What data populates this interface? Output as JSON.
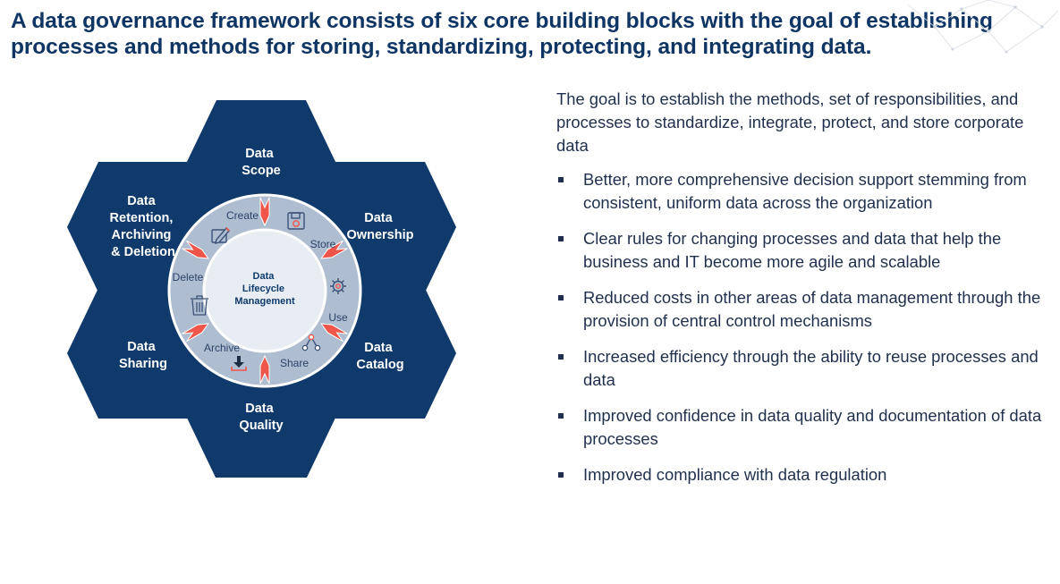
{
  "headline": "A data governance framework consists of six core building blocks with the goal of establishing processes and methods for storing, standardizing, protecting, and integrating data.",
  "diagram": {
    "center_label": [
      "Data",
      "Lifecycle",
      "Management"
    ],
    "blocks": [
      {
        "lines": [
          "Data",
          "Scope"
        ]
      },
      {
        "lines": [
          "Data",
          "Ownership"
        ]
      },
      {
        "lines": [
          "Data",
          "Catalog"
        ]
      },
      {
        "lines": [
          "Data",
          "Quality"
        ]
      },
      {
        "lines": [
          "Data",
          "Sharing"
        ]
      },
      {
        "lines": [
          "Data",
          "Retention,",
          "Archiving",
          "& Deletion"
        ]
      }
    ],
    "lifecycle_steps": [
      "Create",
      "Store",
      "Use",
      "Share",
      "Archive",
      "Delete"
    ],
    "icons": [
      "pencil-icon",
      "floppy-disk-icon",
      "gear-icon",
      "share-nodes-icon",
      "download-icon",
      "trash-icon"
    ]
  },
  "panel": {
    "intro": "The goal is to establish the methods, set of responsibilities, and processes to standardize, integrate, protect, and store corporate data",
    "benefits": [
      "Better, more comprehensive decision support stemming from consistent, uniform data across the organization",
      "Clear rules for changing processes and data that help the business and IT become more agile and scalable",
      "Reduced costs in other areas of data management through the provision of central control mechanisms",
      "Increased efficiency through the ability to reuse processes and data",
      "Improved confidence in data quality and documentation of data processes",
      "Improved compliance with data regulation"
    ]
  },
  "colors": {
    "navy": "#0f3a6b",
    "ring": "#aebdd0",
    "ring_inner": "#e8edf3",
    "accent": "#f0554a",
    "headline": "#0f3564",
    "body_text": "#1f2f4d"
  }
}
